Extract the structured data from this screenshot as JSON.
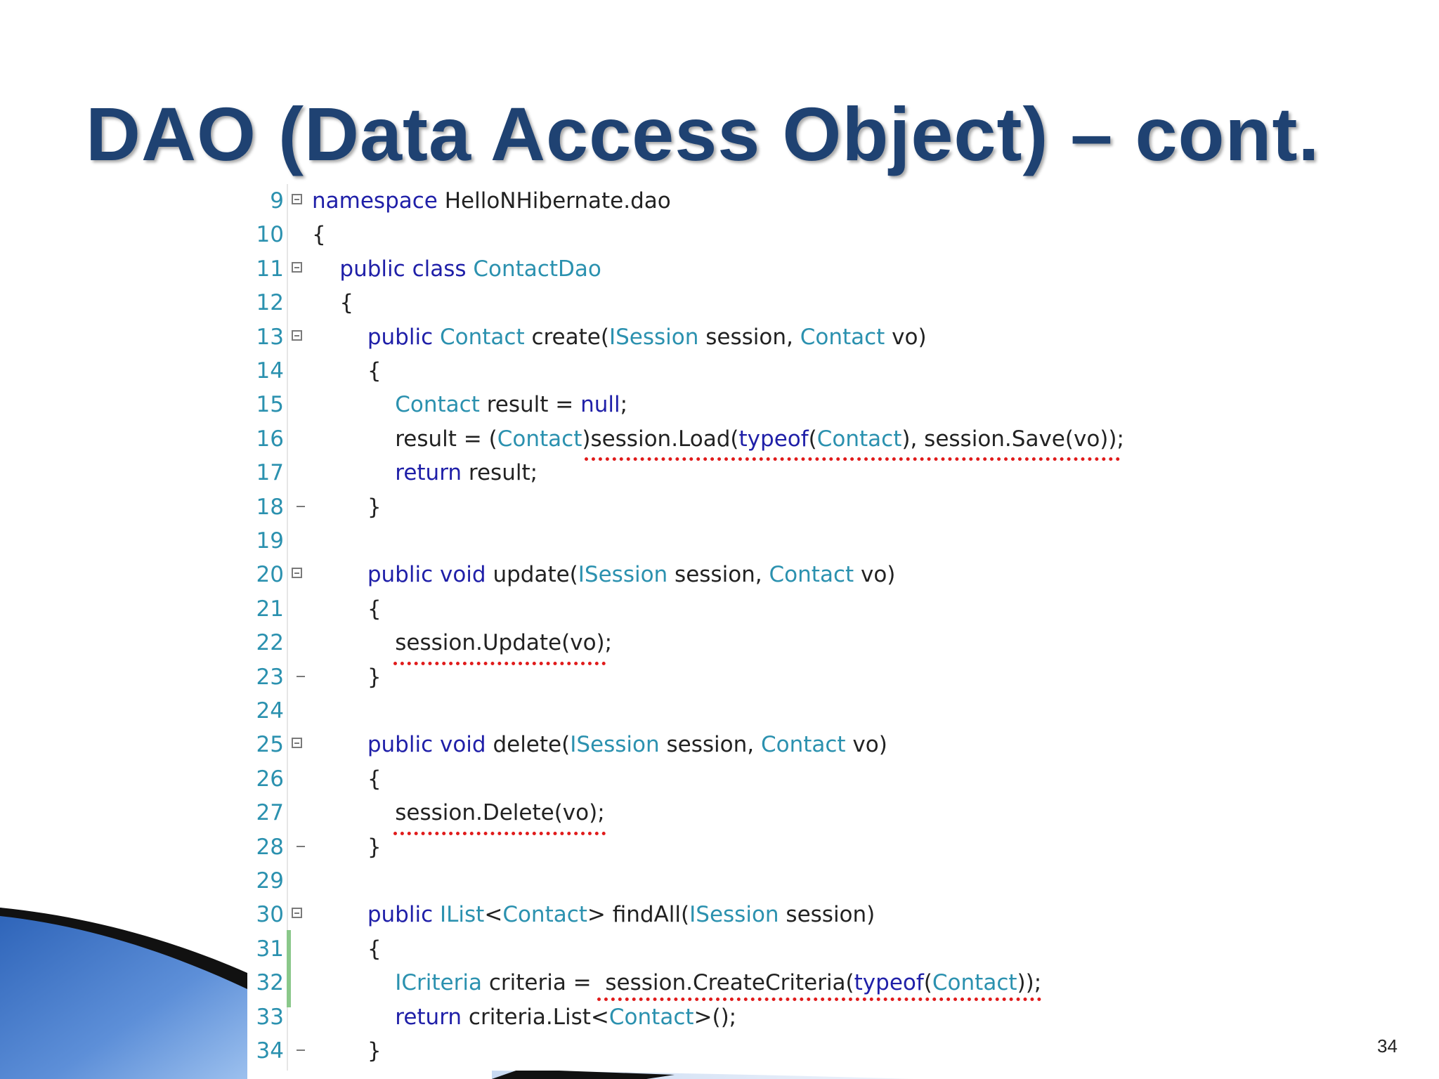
{
  "slide": {
    "title": "DAO (Data Access Object) – cont.",
    "page_number": "34"
  },
  "colors": {
    "title": "#1f4272",
    "keyword": "#1f1fa8",
    "type": "#2b91af",
    "line_number": "#2b91af",
    "underline": "#e01b1b",
    "change_bar": "#8ac88a"
  },
  "code": {
    "lines": [
      {
        "n": "9",
        "text": [
          {
            "t": "namespace",
            "c": "kw"
          },
          {
            "t": " HelloNHibernate.dao"
          }
        ]
      },
      {
        "n": "10",
        "text": [
          {
            "t": "{"
          }
        ]
      },
      {
        "n": "11",
        "text": [
          {
            "t": "    "
          },
          {
            "t": "public",
            "c": "kw"
          },
          {
            "t": " "
          },
          {
            "t": "class",
            "c": "kw"
          },
          {
            "t": " "
          },
          {
            "t": "ContactDao",
            "c": "ty"
          }
        ]
      },
      {
        "n": "12",
        "text": [
          {
            "t": "    {"
          }
        ]
      },
      {
        "n": "13",
        "text": [
          {
            "t": "        "
          },
          {
            "t": "public",
            "c": "kw"
          },
          {
            "t": " "
          },
          {
            "t": "Contact",
            "c": "ty"
          },
          {
            "t": " create("
          },
          {
            "t": "ISession",
            "c": "ty"
          },
          {
            "t": " session, "
          },
          {
            "t": "Contact",
            "c": "ty"
          },
          {
            "t": " vo)"
          }
        ]
      },
      {
        "n": "14",
        "text": [
          {
            "t": "        {"
          }
        ]
      },
      {
        "n": "15",
        "text": [
          {
            "t": "            "
          },
          {
            "t": "Contact",
            "c": "ty"
          },
          {
            "t": " result = "
          },
          {
            "t": "null",
            "c": "kw"
          },
          {
            "t": ";"
          }
        ]
      },
      {
        "n": "16",
        "text": [
          {
            "t": "            result = ("
          },
          {
            "t": "Contact",
            "c": "ty"
          },
          {
            "t": ")session.Load("
          },
          {
            "t": "typeof",
            "c": "kw"
          },
          {
            "t": "("
          },
          {
            "t": "Contact",
            "c": "ty"
          },
          {
            "t": "), session.Save(vo));"
          }
        ]
      },
      {
        "n": "17",
        "text": [
          {
            "t": "            "
          },
          {
            "t": "return",
            "c": "kw"
          },
          {
            "t": " result;"
          }
        ]
      },
      {
        "n": "18",
        "text": [
          {
            "t": "        }"
          }
        ]
      },
      {
        "n": "19",
        "text": []
      },
      {
        "n": "20",
        "text": [
          {
            "t": "        "
          },
          {
            "t": "public",
            "c": "kw"
          },
          {
            "t": " "
          },
          {
            "t": "void",
            "c": "kw"
          },
          {
            "t": " update("
          },
          {
            "t": "ISession",
            "c": "ty"
          },
          {
            "t": " session, "
          },
          {
            "t": "Contact",
            "c": "ty"
          },
          {
            "t": " vo)"
          }
        ]
      },
      {
        "n": "21",
        "text": [
          {
            "t": "        {"
          }
        ]
      },
      {
        "n": "22",
        "text": [
          {
            "t": "            session.Update(vo);"
          }
        ]
      },
      {
        "n": "23",
        "text": [
          {
            "t": "        }"
          }
        ]
      },
      {
        "n": "24",
        "text": []
      },
      {
        "n": "25",
        "text": [
          {
            "t": "        "
          },
          {
            "t": "public",
            "c": "kw"
          },
          {
            "t": " "
          },
          {
            "t": "void",
            "c": "kw"
          },
          {
            "t": " delete("
          },
          {
            "t": "ISession",
            "c": "ty"
          },
          {
            "t": " session, "
          },
          {
            "t": "Contact",
            "c": "ty"
          },
          {
            "t": " vo)"
          }
        ]
      },
      {
        "n": "26",
        "text": [
          {
            "t": "        {"
          }
        ]
      },
      {
        "n": "27",
        "text": [
          {
            "t": "            session.Delete(vo);"
          }
        ]
      },
      {
        "n": "28",
        "text": [
          {
            "t": "        }"
          }
        ]
      },
      {
        "n": "29",
        "text": []
      },
      {
        "n": "30",
        "text": [
          {
            "t": "        "
          },
          {
            "t": "public",
            "c": "kw"
          },
          {
            "t": " "
          },
          {
            "t": "IList",
            "c": "ty"
          },
          {
            "t": "<"
          },
          {
            "t": "Contact",
            "c": "ty"
          },
          {
            "t": "> findAll("
          },
          {
            "t": "ISession",
            "c": "ty"
          },
          {
            "t": " session)"
          }
        ]
      },
      {
        "n": "31",
        "text": [
          {
            "t": "        {"
          }
        ]
      },
      {
        "n": "32",
        "text": [
          {
            "t": "            "
          },
          {
            "t": "ICriteria",
            "c": "ty"
          },
          {
            "t": " criteria =  session.CreateCriteria("
          },
          {
            "t": "typeof",
            "c": "kw"
          },
          {
            "t": "("
          },
          {
            "t": "Contact",
            "c": "ty"
          },
          {
            "t": "));"
          }
        ]
      },
      {
        "n": "33",
        "text": [
          {
            "t": "            "
          },
          {
            "t": "return",
            "c": "kw"
          },
          {
            "t": " criteria.List<"
          },
          {
            "t": "Contact",
            "c": "ty"
          },
          {
            "t": ">();"
          }
        ]
      },
      {
        "n": "34",
        "text": [
          {
            "t": "        }"
          }
        ]
      }
    ]
  }
}
